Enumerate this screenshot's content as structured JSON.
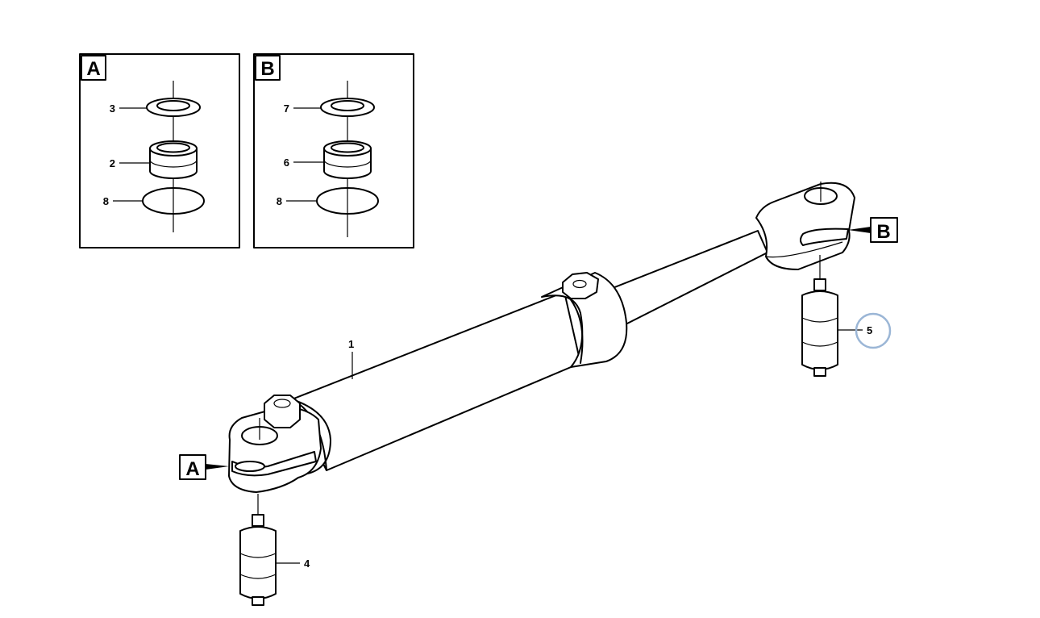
{
  "diagram": {
    "detail_boxes": [
      {
        "id": "A",
        "letter": "A",
        "parts": [
          "3",
          "2",
          "8"
        ]
      },
      {
        "id": "B",
        "letter": "B",
        "parts": [
          "7",
          "6",
          "8"
        ]
      }
    ],
    "callouts": {
      "cylinder": "1",
      "pin_a": "4",
      "pin_b": "5",
      "end_a": "A",
      "end_b": "B"
    },
    "highlight_color": "#9bb6d6"
  }
}
